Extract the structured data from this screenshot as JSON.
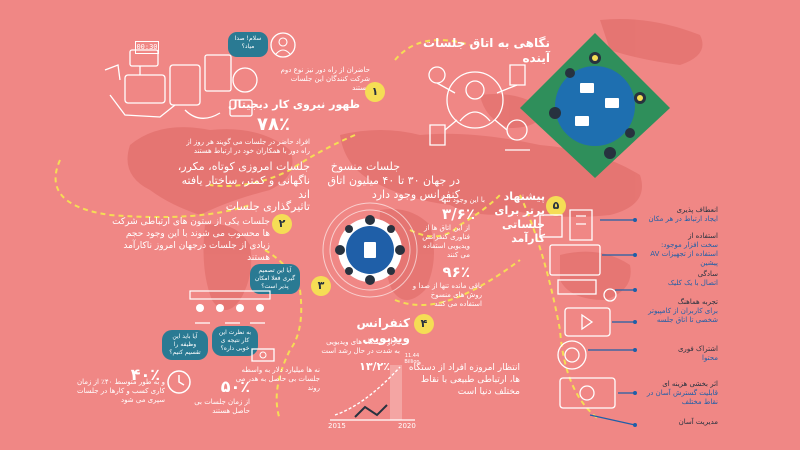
{
  "title": "نگاهی به اتاق جلسات آینده",
  "colors": {
    "background": "#f08785",
    "accent": "#f5dd55",
    "dark": "#27323f",
    "blue": "#1f5fa8",
    "teal": "#2a7a93",
    "map": "#e07272"
  },
  "section1": {
    "number": "۱",
    "heading": "ظهور نیروی کار دیجیتال",
    "speech": "سلام! صدا میاد؟",
    "timer": "00:30",
    "remote_text": "حاضران از راه دور نیز نوع دوم شرکت کنندگان این جلسات هستند",
    "stat": "۷۸٪",
    "stat_text": "افراد حاضر در جلسات می گویند هر روز از راه دور با همکاران خود در ارتباط هستند"
  },
  "meetings_text": "جلسات امروزی کوتاه، مکرر، ناگهانی و کمتر، ساختار یافته اند",
  "section2": {
    "number": "۲",
    "heading": "تاثیرگذاری جلسات",
    "body": "جلسات یکی از ستون های ارتباطی شرکت ها محسوب می شوند با این وجود حجم زیادی از جلسات درجهان امروز ناکارآمد هستند",
    "bubble1": "آیا این تصمیم گیری فعلا امکان پذیر است؟",
    "bubble2": "آیا باید این وظیفه را تقسیم کنیم؟",
    "bubble3": "به نظرت این کار نتیجه ی خوبی داره؟",
    "stat_hours_value": "۴۰",
    "stat_hours_text": "و به طور متوسط ۴۰٪ از زمان کاری کسب و کارها در جلسات سپری می شود",
    "stat_waste_value": "۵۰٪",
    "stat_waste_text": "از زمان جلسات بی حاصل هستند",
    "money_text": "نه ها میلیارد دلار به واسطه جلسات بی حاصل به هدر می روند"
  },
  "section3": {
    "number": "۳",
    "heading": "جلسات منسوخ",
    "body": "در جهان ۳۰ تا ۴۰ میلیون اتاق کنفرانس وجود دارد",
    "stat_a": "۳/۶٪",
    "stat_a_text": "از این اتاق ها از فناوری کنفرانس ویدیویی استفاده می کنند",
    "stat_a_label": "با این وجود تنها",
    "stat_b": "۹۶٪",
    "stat_b_text": "باقی مانده تنها از صدا و روش های منسوخ استفاده می کنند"
  },
  "section4": {
    "number": "۴",
    "heading": "کنفرانس ویدیویی",
    "chart_note": "بازار دستگاه های ویدیویی به شدت در حال رشد است",
    "growth": "۱۳/۲٪",
    "bar_label": "11.44 Billion",
    "year_start": "2015",
    "year_end": "2020",
    "expectation": "انتظار امروزه افراد از دستگاه ها، ارتباطی طبیعی با نقاط مختلف دنیا است"
  },
  "section5": {
    "number": "۵",
    "heading": "پیشنهاد برتر برای جلساتی کارآمد",
    "items": [
      {
        "title": "انعطاف پذیری",
        "desc": "ایجاد ارتباط در هر مکان"
      },
      {
        "title": "استفاده از",
        "desc": "سخت افزار موجود: استفاده از تجهیزات AV پیشین"
      },
      {
        "title": "سادگی",
        "desc": "اتصال با یک کلیک"
      },
      {
        "title": "تجربه هماهنگ",
        "desc": "برای کاربران از کامپیوتر شخصی تا اتاق جلسه"
      },
      {
        "title": "اشتراک فوری",
        "desc": "محتوا"
      },
      {
        "title": "اثر بخشی هزینه ای",
        "desc": "قابلیت گسترش آسان در نقاط مختلف"
      },
      {
        "title": "مدیریت آسان",
        "desc": ""
      }
    ]
  }
}
